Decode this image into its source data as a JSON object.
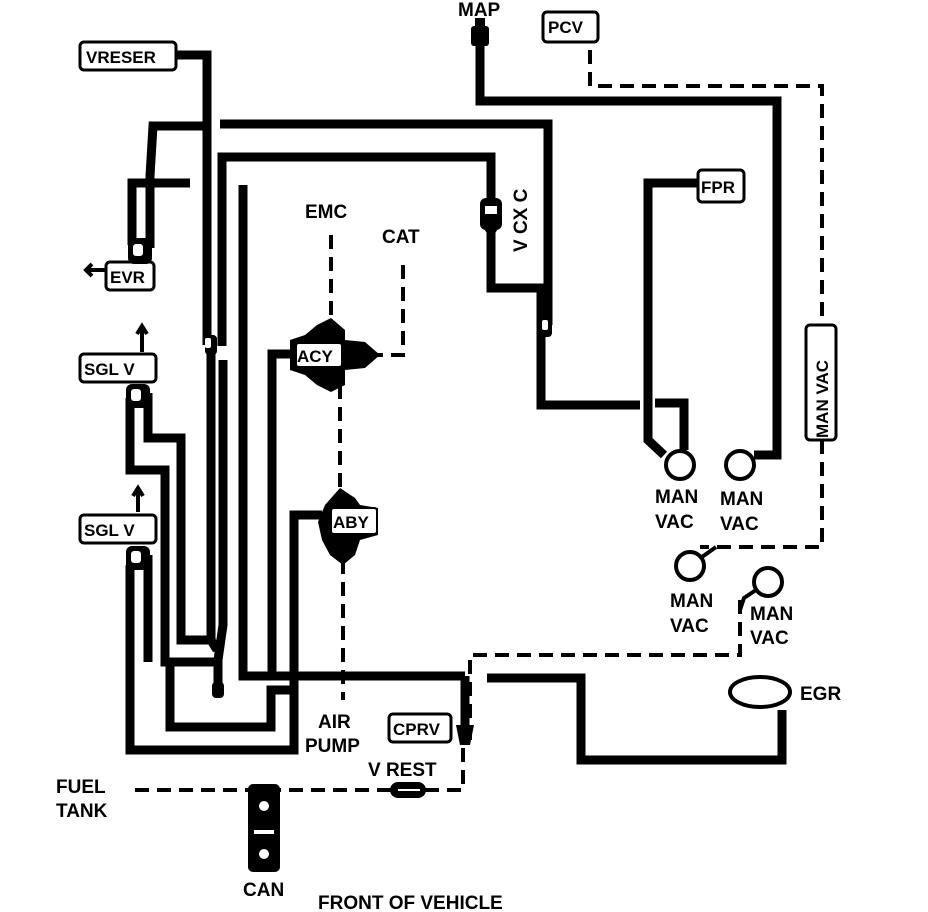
{
  "labels": {
    "map": "MAP",
    "pcv": "PCV",
    "vreser": "VRESER",
    "evr": "EVR",
    "sglv_1": "SGL V",
    "sglv_2": "SGL V",
    "emc": "EMC",
    "cat": "CAT",
    "vcxc": "V CX C",
    "fpr": "FPR",
    "acy": "ACY",
    "aby": "ABY",
    "man_vac_vertical": "MAN VAC",
    "man_vac_1_line1": "MAN",
    "man_vac_1_line2": "VAC",
    "man_vac_2_line1": "MAN",
    "man_vac_2_line2": "VAC",
    "man_vac_3_line1": "MAN",
    "man_vac_3_line2": "VAC",
    "man_vac_4_line1": "MAN",
    "man_vac_4_line2": "VAC",
    "egr": "EGR",
    "air_pump_line1": "AIR",
    "air_pump_line2": "PUMP",
    "cprv": "CPRV",
    "v_rest": "V REST",
    "fuel_tank_line1": "FUEL",
    "fuel_tank_line2": "TANK",
    "can": "CAN",
    "front_of_vehicle": "FRONT OF VEHICLE"
  }
}
